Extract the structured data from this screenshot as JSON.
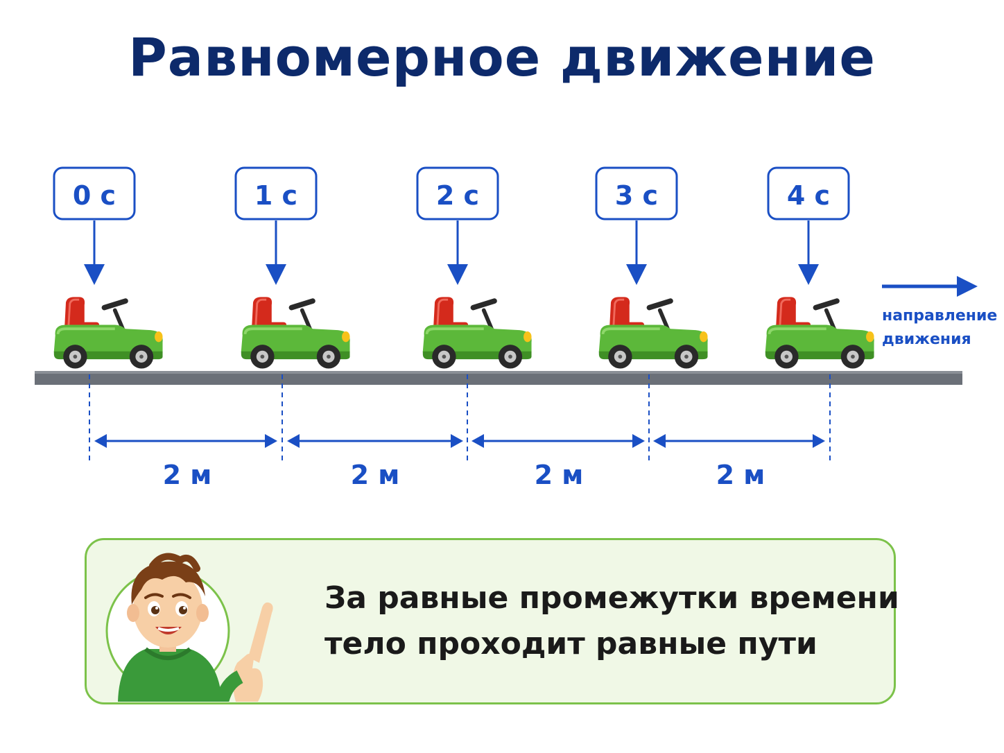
{
  "title": "Равномерное движение",
  "time_marks": [
    {
      "label": "0 с",
      "seconds": 0
    },
    {
      "label": "1 с",
      "seconds": 1
    },
    {
      "label": "2 с",
      "seconds": 2
    },
    {
      "label": "3 с",
      "seconds": 3
    },
    {
      "label": "4 с",
      "seconds": 4
    }
  ],
  "segments": [
    {
      "label": "2 м",
      "meters": 2
    },
    {
      "label": "2 м",
      "meters": 2
    },
    {
      "label": "2 м",
      "meters": 2
    },
    {
      "label": "2 м",
      "meters": 2
    }
  ],
  "direction": {
    "line1": "направление",
    "line2": "движения"
  },
  "note": {
    "line1": "За равные промежутки времени",
    "line2": "тело проходит равные пути"
  },
  "colors": {
    "title": "#0d2a6b",
    "accent": "#1a4fc4",
    "car_body": "#5cb83a",
    "seat": "#d42a1c",
    "road": "#6b7078",
    "note_border": "#7cc24a",
    "note_bg": "#f0f8e6"
  },
  "icons": {
    "car": "toy-car-icon",
    "boy": "boy-pointing-icon",
    "direction": "arrow-right-icon"
  }
}
